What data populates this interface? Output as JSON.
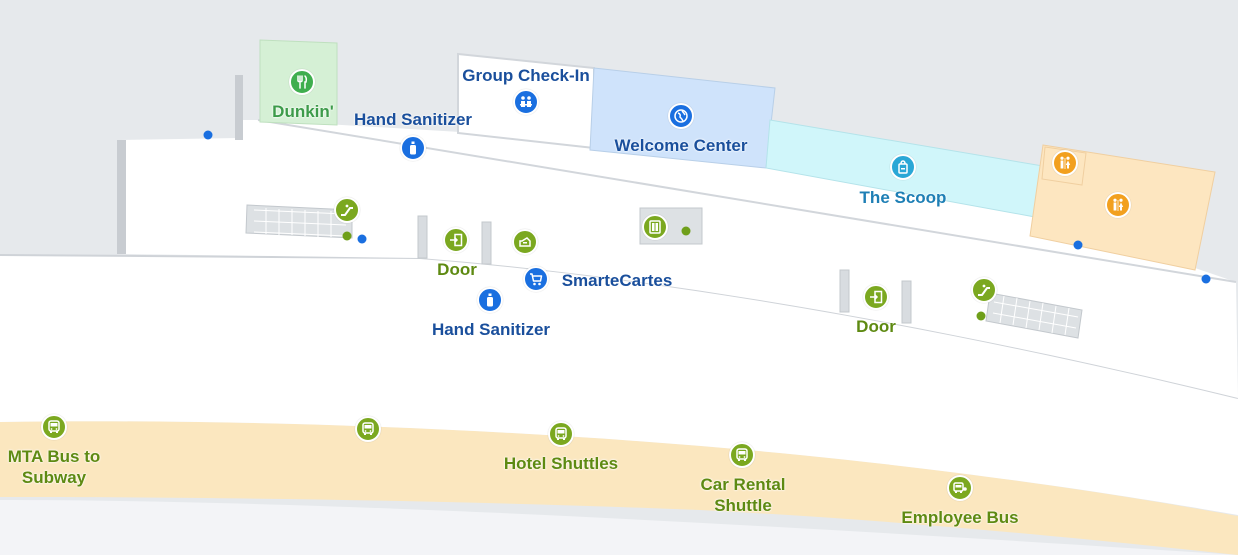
{
  "colors": {
    "background": "#e6e9ec",
    "terminal": "#ffffff",
    "curb": "#fbe7bf",
    "dunkin_area": "#d5f0d5",
    "welcome_center_area": "#cfe3fb",
    "scoop_area": "#d0f6fa",
    "restroom_area": "#fde6c0",
    "label_blue": "#1a4f9c",
    "label_olive": "#5e8a12",
    "label_green": "#3d9b4a",
    "label_teal": "#1e7fb5",
    "pin_blue": "#1a6fe0",
    "pin_olive": "#7ba820",
    "pin_orange": "#f2a01f",
    "pin_green": "#3fae4e",
    "pin_teal": "#2aa7d6"
  },
  "places": {
    "dunkin": {
      "label": "Dunkin'",
      "icon": "fork-knife-icon"
    },
    "group_checkin": {
      "label": "Group Check-In",
      "icon": "group-check-in-icon"
    },
    "welcome_center": {
      "label": "Welcome Center",
      "icon": "globe-icon"
    },
    "the_scoop": {
      "label": "The Scoop",
      "icon": "shop-icon"
    },
    "hand_sanitizer_top": {
      "label": "Hand Sanitizer",
      "icon": "sanitizer-bottle-icon"
    },
    "hand_sanitizer_mid": {
      "label": "Hand Sanitizer",
      "icon": "sanitizer-bottle-icon"
    },
    "smartecartes": {
      "label": "SmarteCartes",
      "icon": "cart-icon"
    },
    "door_left": {
      "label": "Door",
      "icon": "door-exit-icon"
    },
    "door_right": {
      "label": "Door",
      "icon": "door-exit-icon"
    },
    "restroom_small": {
      "icon": "restroom-icon"
    },
    "restroom_large": {
      "icon": "restroom-icon"
    },
    "escalator_left": {
      "icon": "escalator-icon"
    },
    "escalator_right": {
      "icon": "escalator-icon"
    },
    "elevator": {
      "icon": "elevator-icon"
    },
    "ticket_machine": {
      "icon": "ticket-machine-icon"
    }
  },
  "transport": {
    "mta_bus": {
      "label": "MTA Bus to Subway",
      "icon": "bus-icon"
    },
    "bus_stop": {
      "icon": "bus-icon"
    },
    "hotel_shuttles": {
      "label": "Hotel Shuttles",
      "icon": "bus-icon"
    },
    "car_rental_shuttle": {
      "label": "Car Rental Shuttle",
      "icon": "bus-icon"
    },
    "employee_bus": {
      "label": "Employee Bus",
      "icon": "employee-bus-icon"
    }
  }
}
